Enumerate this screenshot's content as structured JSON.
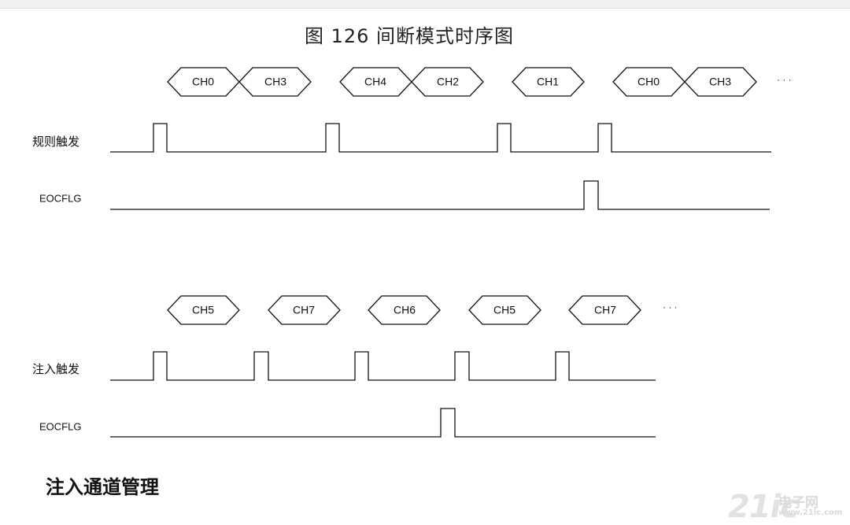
{
  "figure": {
    "title": "图  126  间断模式时序图"
  },
  "regular": {
    "channels": [
      "CH0",
      "CH3",
      "CH4",
      "CH2",
      "CH1",
      "CH0",
      "CH3"
    ],
    "ellipsis": "· · ·",
    "trigger_label": "规则触发",
    "eocflg_label": "EOCFLG"
  },
  "injected": {
    "channels": [
      "CH5",
      "CH7",
      "CH6",
      "CH5",
      "CH7"
    ],
    "ellipsis": "· · ·",
    "trigger_label": "注入触发",
    "eocflg_label": "EOCFLG"
  },
  "section_heading": "注入通道管理",
  "watermark": {
    "number": "21ic",
    "brand": "电子网",
    "url": "www.21ic.com"
  }
}
